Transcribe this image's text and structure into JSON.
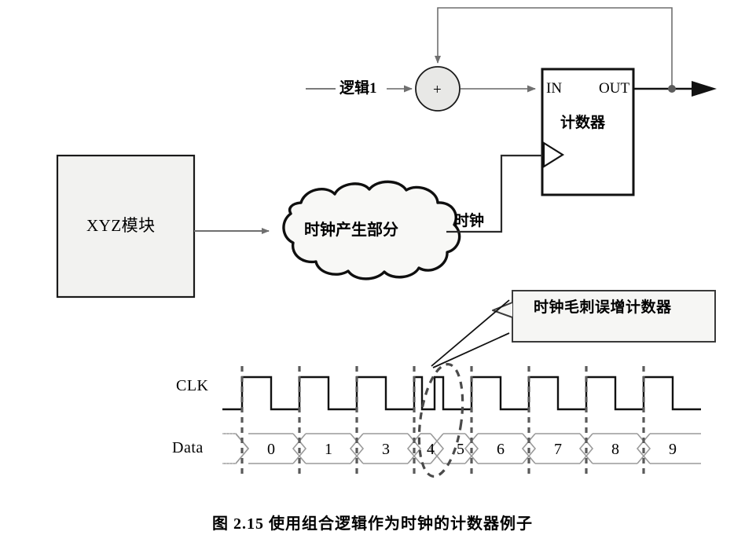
{
  "figure": {
    "caption": "图 2.15    使用组合逻辑作为时钟的计数器例子",
    "caption_number": "图 2.15",
    "caption_text": "使用组合逻辑作为时钟的计数器例子"
  },
  "blocks": {
    "xyz_module": {
      "label": "XYZ模块"
    },
    "clock_cloud": {
      "label": "时钟产生部分"
    },
    "counter": {
      "label": "计数器",
      "port_in": "IN",
      "port_out": "OUT"
    },
    "adder": {
      "label": "+"
    }
  },
  "nets": {
    "logic1": "逻辑1",
    "clock": "时钟"
  },
  "callout": {
    "text": "时钟毛刺误增计数器"
  },
  "waveform": {
    "clk_label": "CLK",
    "data_label": "Data",
    "bus_values": [
      "0",
      "1",
      "3",
      "4",
      "5",
      "6",
      "7",
      "8",
      "9"
    ]
  },
  "colors": {
    "line": "#1a1a1a",
    "gray_line": "#6f6f6f",
    "fill_block": "#f2f2f0",
    "fill_cloud": "#f7f7f5",
    "background": "#ffffff"
  }
}
